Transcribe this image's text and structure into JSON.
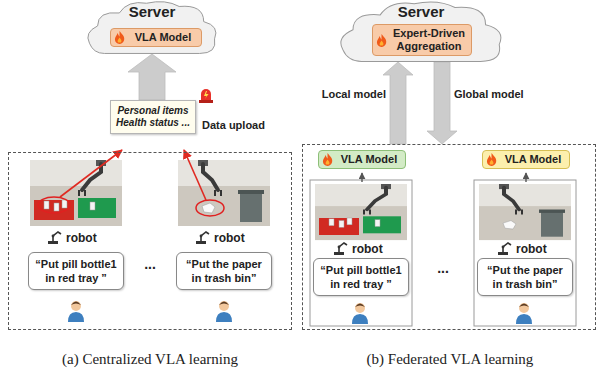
{
  "diagram": {
    "nodes": [
      {
        "text": [
          "Server"
        ]
      },
      {
        "text": [
          "VLA Model"
        ],
        "in": 0
      },
      {
        "text": [
          "Personal items Health status ..."
        ]
      },
      {
        "text": [
          "..."
        ]
      },
      {
        "text": [
          "“Put pill bottle1 in red tray ”"
        ],
        "in": 3
      },
      {
        "text": [
          "“Put the paper in trash bin”"
        ],
        "in": 3
      },
      {
        "text": [
          "Server"
        ]
      },
      {
        "text": [
          "Expert-Driven Aggregation"
        ],
        "in": 6
      },
      {
        "text": [
          "..."
        ]
      },
      {
        "text": [
          "VLA Model"
        ],
        "in": 8
      },
      {
        "text": [
          "VLA Model"
        ],
        "in": 8
      },
      {
        "text": [
          "“Put pill bottle1 in red tray ”"
        ],
        "in": 8
      },
      {
        "text": [
          "“Put the paper in trash bin”"
        ],
        "in": 8
      }
    ],
    "edges": [
      {
        "from": 2,
        "to": 0,
        "arrow": "to"
      },
      {
        "from": 8,
        "to": 6,
        "label": "Local model",
        "arrow": "to"
      },
      {
        "from": 6,
        "to": 8,
        "label": "Global model",
        "arrow": "to"
      }
    ],
    "labels": [
      "Data upload",
      "robot",
      "robot",
      "robot",
      "robot",
      "(a) Centralized VLA learning",
      "(b) Federated VLA learning"
    ]
  }
}
